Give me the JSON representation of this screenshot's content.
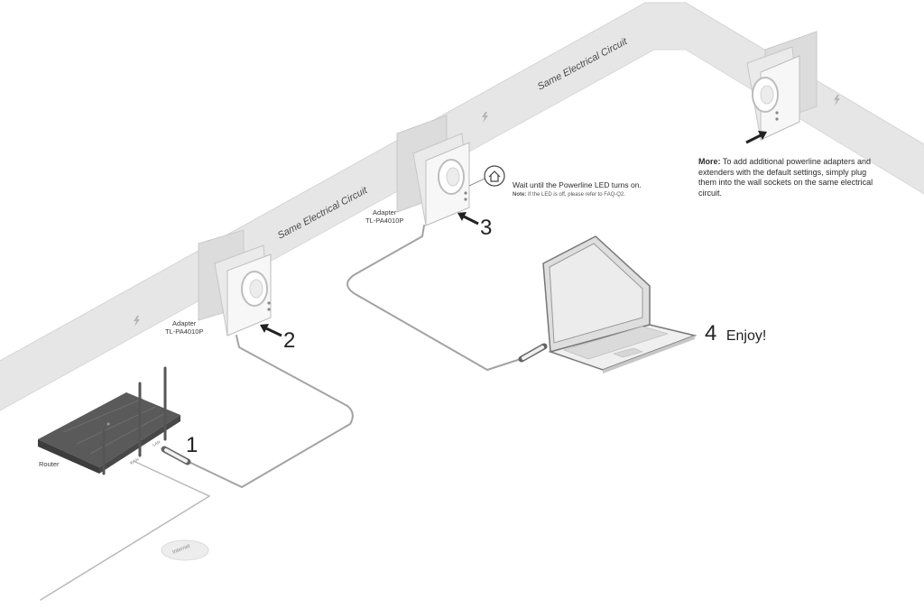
{
  "circuit_labels": [
    "Same Electrical Circuit",
    "Same Electrical Circuit"
  ],
  "router": {
    "label": "Router",
    "port_wan": "WAN",
    "port_lan": "LAN"
  },
  "internet_label": "Internet",
  "adapter_1": {
    "label": "Adapter",
    "model": "TL-PA4010P"
  },
  "adapter_2": {
    "label": "Adapter",
    "model": "TL-PA4010P"
  },
  "steps": {
    "s1": "1",
    "s2": "2",
    "s3": "3",
    "s4": "4",
    "s4_text": "Enjoy!"
  },
  "note": {
    "main": "Wait until the Powerline LED turns on.",
    "sub_prefix": "Note:",
    "sub_text": " If the LED is off, please refer to FAQ-Q2."
  },
  "more": {
    "prefix": "More:",
    "text": "  To add additional powerline adapters and extenders with the default settings, simply plug them into the wall sockets on the same electrical circuit."
  },
  "colors": {
    "wall": "#e6e6e6",
    "wall_edge": "#d0d0d0",
    "cable": "#a3a3a3",
    "adapter": "#f7f7f7",
    "router": "#5a5a5a",
    "text": "#333333"
  },
  "icons": [
    "lightning-icon",
    "home-led-icon",
    "arrow-icon",
    "ethernet-plug-icon",
    "router-icon",
    "laptop-icon",
    "cloud-icon"
  ]
}
